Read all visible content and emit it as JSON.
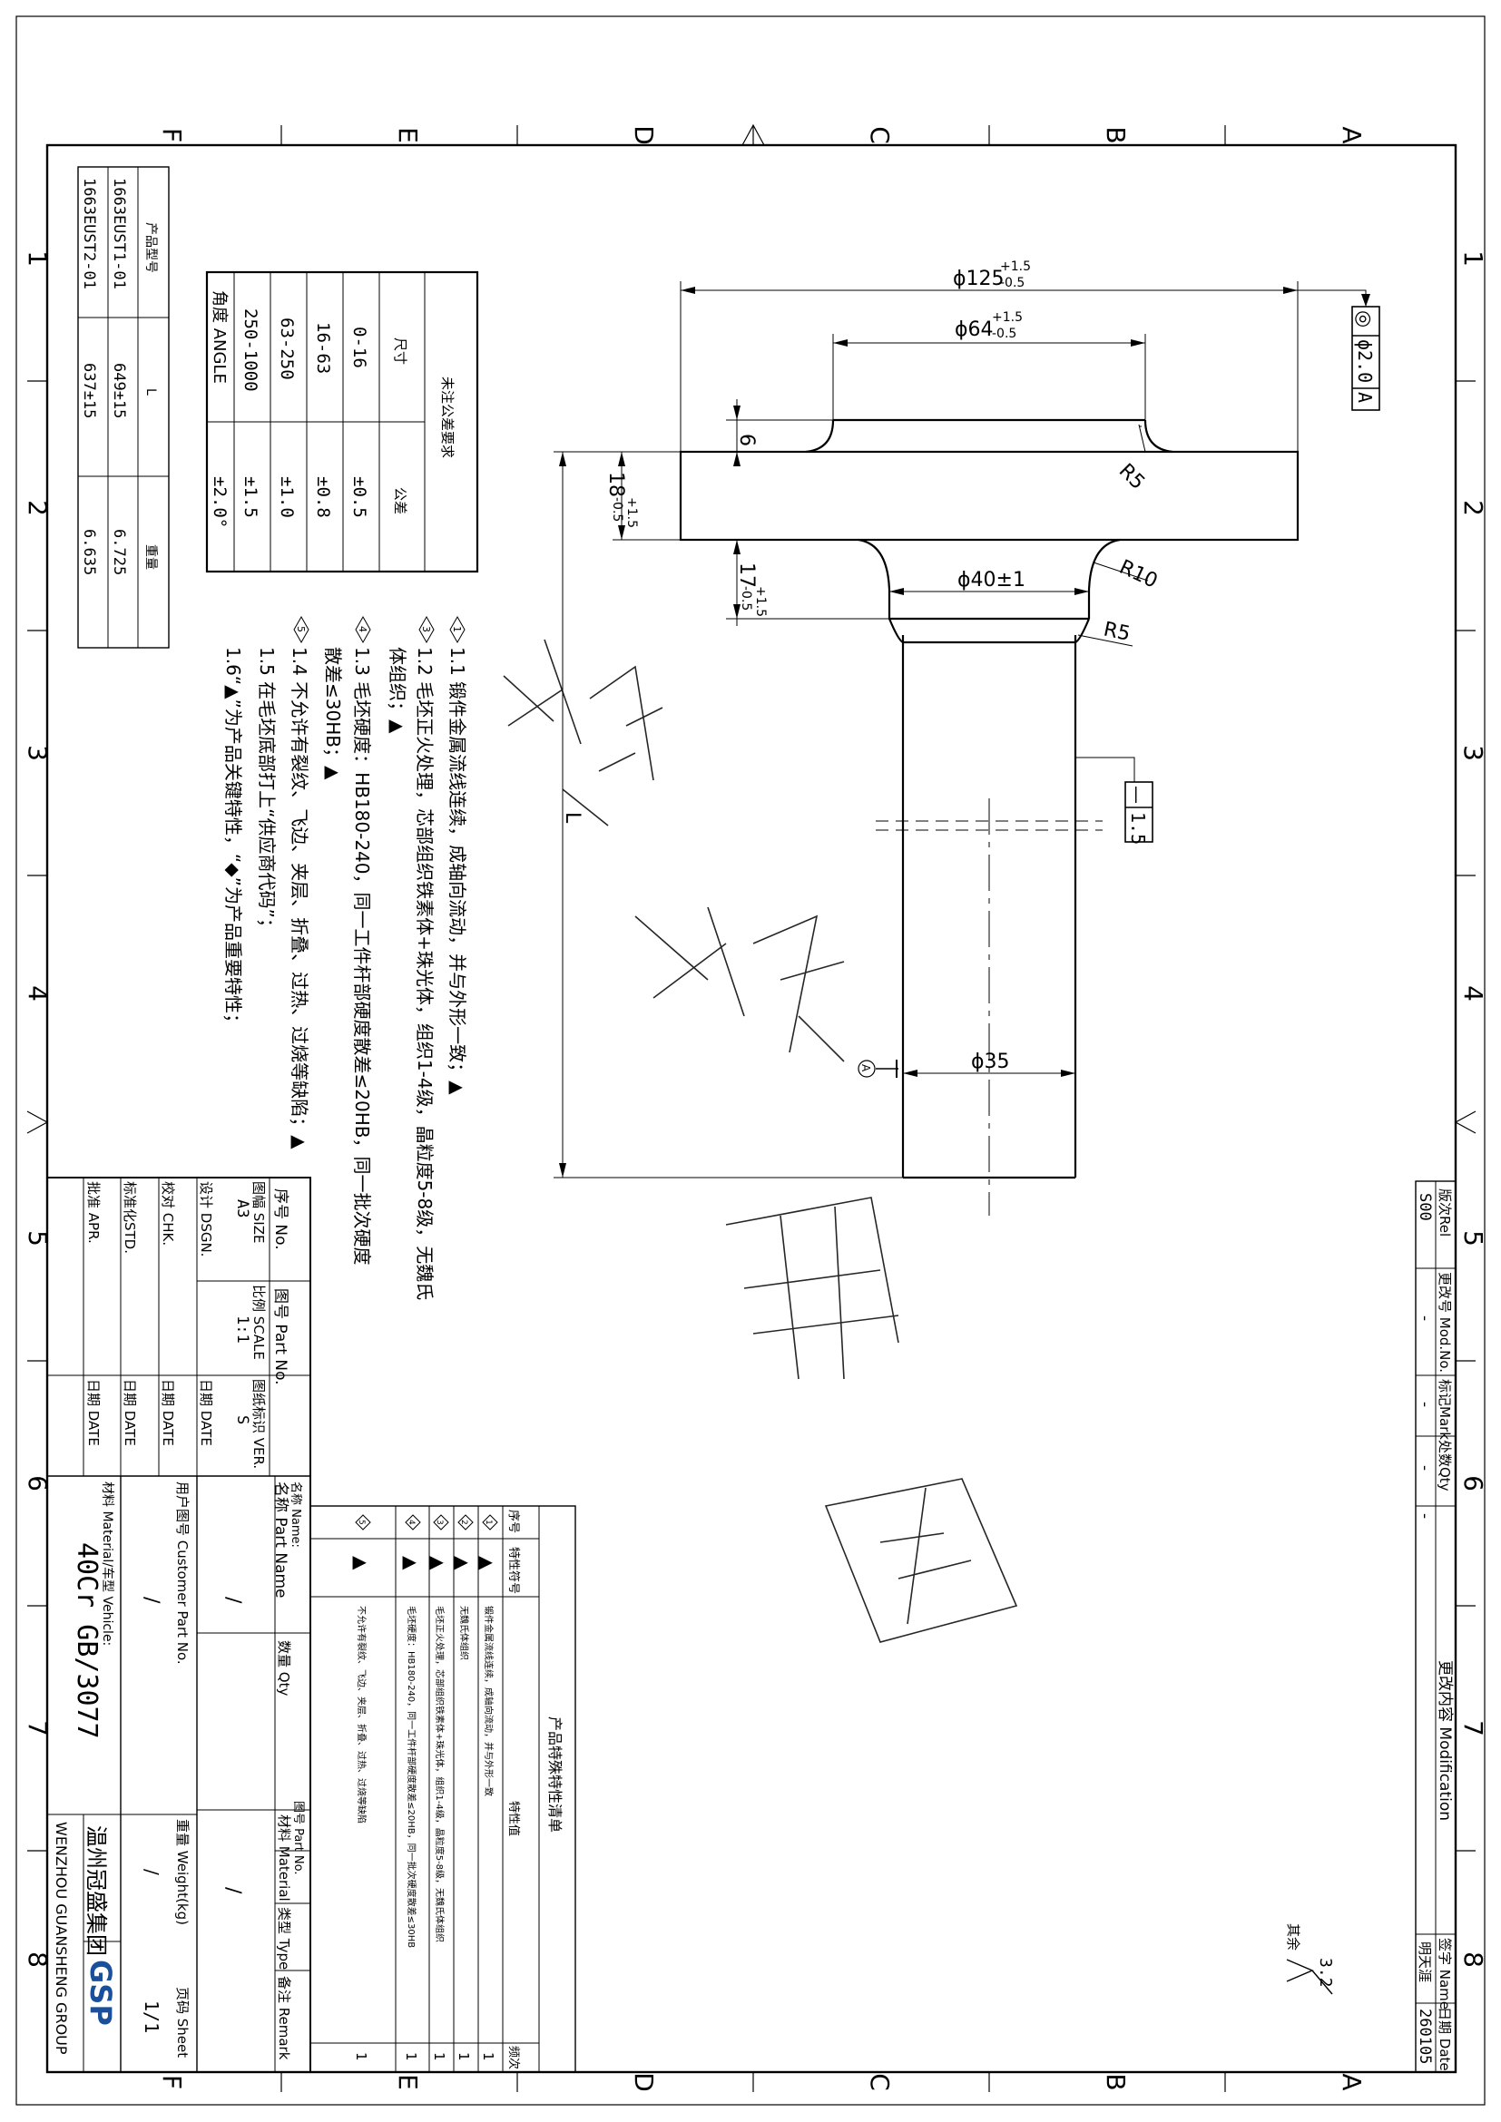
{
  "frame": {
    "zone_letters": [
      "A",
      "B",
      "C",
      "D",
      "E",
      "F"
    ],
    "zone_numbers": [
      "1",
      "2",
      "3",
      "4",
      "5",
      "6",
      "7",
      "8"
    ]
  },
  "dimensions": {
    "d125": "ϕ125",
    "d125_tol_up": "+1.5",
    "d125_tol_dn": "-0.5",
    "d64": "ϕ64",
    "d64_tol_up": "+1.5",
    "d64_tol_dn": "-0.5",
    "d40": "ϕ40±1",
    "d35": "ϕ35",
    "t6": "6",
    "t18": "18",
    "t18_tol_up": "+1.5",
    "t18_tol_dn": "-0.5",
    "t17": "17",
    "t17_tol_up": "+1.5",
    "t17_tol_dn": "-0.5",
    "r5a": "R5",
    "r10": "R10",
    "r5b": "R5",
    "length": "L"
  },
  "gdt": {
    "concentricity_symbol": "◎",
    "concentricity_value": "ϕ2.0",
    "concentricity_datum": "A",
    "flatness_symbol": "—",
    "flatness_value": "1.5",
    "datum_label": "A"
  },
  "watermark": [
    "报",
    "价",
    "用",
    "图"
  ],
  "variants_table": {
    "headers": [
      "产品型号",
      "L",
      "重量"
    ],
    "rows": [
      [
        "1663EUST1-01",
        "649±15",
        "6.725"
      ],
      [
        "1663EUST2-01",
        "637±15",
        "6.635"
      ]
    ]
  },
  "tolerance_table": {
    "title": "未注公差要求",
    "headers": [
      "尺寸",
      "公差"
    ],
    "rows": [
      [
        "0-16",
        "±0.5"
      ],
      [
        "16-63",
        "±0.8"
      ],
      [
        "63-250",
        "±1.0"
      ],
      [
        "250-1000",
        "±1.5"
      ],
      [
        "角度 ANGLE",
        "±2.0°"
      ]
    ]
  },
  "notes": [
    "1.1 锻件金属流线连续，成轴向流动，并与外形一致；▲",
    "1.2 毛坯正火处理，芯部组织铁素体+珠光体，组织1-4级，晶粒度5-8级，无魏氏",
    "体组织；▲",
    "1.3 毛坯硬度：HB180-240，同一工件杆部硬度散差≤20HB，同一批次硬度",
    "散差≤30HB；▲",
    "1.4 不允许有裂纹、飞边、夹层、折叠、过热、过烧等缺陷；▲",
    "1.5 在毛坯底部打上“供应商代码”；",
    "1.6“▲”为产品关键特性，“◆”为产品重要特性；"
  ],
  "note_markers": [
    "1",
    "",
    "3",
    "4",
    "5"
  ],
  "revision": {
    "headers": [
      "版次Rel",
      "更改号 Mod.No.",
      "标记Mark",
      "处数Qty",
      "更改内容 Modification",
      "签字 Name",
      "日期 Date"
    ],
    "row": [
      "S00",
      "-",
      "-",
      "-",
      "-",
      "明天涯",
      "260105"
    ]
  },
  "title_block": {
    "no_label": "序号 No.",
    "size_label": "图幅 SIZE",
    "size_value": "A3",
    "scale_label": "比例 SCALE",
    "scale_value": "1:1",
    "part_no_label": "图号 Part No.",
    "ver_label": "图纸标识 VER.",
    "ver_value": "S",
    "dsgn_label": "设计 DSGN.",
    "chk_label": "校对 CHK.",
    "std_label": "标准化STD.",
    "apr_label": "批准 APR.",
    "date_label": "日期 DATE",
    "part_name_label": "名称 Part Name",
    "name_label": "名称 Name:",
    "qty_label": "数量 Qty",
    "material_label": "材料 Material",
    "type_label": "类型 Type",
    "remark_label": "备注 Remark",
    "part_no2_label": "图号 Part No.",
    "customer_part_label": "用户图号 Customer Part No.",
    "customer_part_value": "/",
    "slash1": "/",
    "slash2": "/",
    "material_vehicle_label": "材料 Material/车型 Vehicle:",
    "material_value": "40Cr GB/3077",
    "weight_label": "重量 Weight(kg)",
    "weight_value": "/",
    "sheet_label": "页码 Sheet",
    "sheet_value": "1/1",
    "company_cn": "温州冠盛集团",
    "company_en": "WENZHOU GUANSHENG GROUP",
    "logo": "GSP"
  },
  "characteristics": {
    "title": "产品特殊特性清单",
    "headers": [
      "序号",
      "特性符号",
      "特性值",
      "频次"
    ],
    "rows": [
      [
        "1",
        "▲",
        "锻件金属流线连续，成轴向流动，并与外形一致",
        "1"
      ],
      [
        "2",
        "▲",
        "无魏氏体组织",
        "1"
      ],
      [
        "3",
        "▲",
        "毛坯正火处理，芯部组织铁素体+珠光体，组织1-4级，晶粒度5-8级，无魏氏体组织",
        "1"
      ],
      [
        "4",
        "▲",
        "毛坯硬度：HB180-240，同一工件杆部硬度散差≤20HB，同一批次硬度散差≤30HB",
        "1"
      ],
      [
        "5",
        "▲",
        "不允许有裂纹、飞边、夹层、折叠、过热、过烧等缺陷",
        "1"
      ]
    ]
  },
  "roughness": {
    "prefix": "其余",
    "value": "3.2"
  }
}
